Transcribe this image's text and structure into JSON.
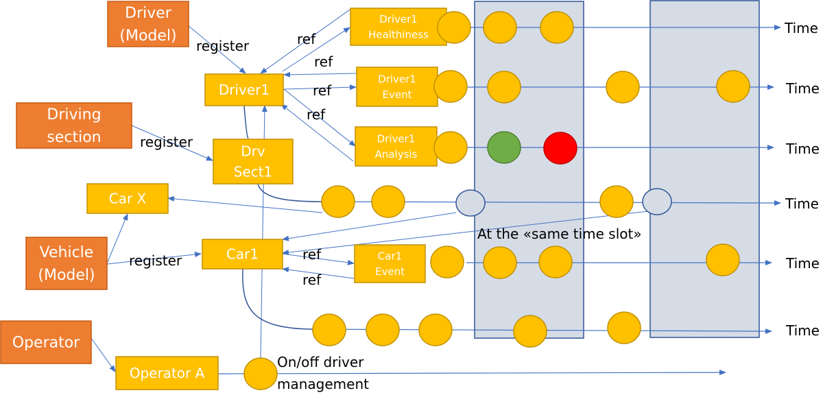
{
  "colors": {
    "model_fill": "#ED7D31",
    "model_stroke": "#C55A11",
    "instance_fill": "#FFC000",
    "instance_stroke": "#BF9000",
    "event_fill": "#FFC000",
    "event_green": "#70AD47",
    "event_red": "#FF0000",
    "slot_fill": "#D6DCE5",
    "slot_stroke": "#2F5597",
    "line": "#4472C4",
    "dark_line": "#2F5597"
  },
  "models": [
    {
      "id": "driver_model",
      "lines": [
        "Driver",
        "(Model)"
      ]
    },
    {
      "id": "driving_section",
      "lines": [
        "Driving",
        "section"
      ]
    },
    {
      "id": "vehicle_model",
      "lines": [
        "Vehicle",
        "(Model)"
      ]
    },
    {
      "id": "operator",
      "lines": [
        "Operator"
      ]
    }
  ],
  "instances": [
    {
      "id": "driver1",
      "lines": [
        "Driver1"
      ]
    },
    {
      "id": "drvsect1",
      "lines": [
        "Drv",
        "Sect1"
      ]
    },
    {
      "id": "carx",
      "lines": [
        "Car X"
      ]
    },
    {
      "id": "car1",
      "lines": [
        "Car1"
      ]
    },
    {
      "id": "operatora",
      "lines": [
        "Operator A"
      ]
    },
    {
      "id": "d1health",
      "lines": [
        "Driver1",
        "Healthiness"
      ]
    },
    {
      "id": "d1event",
      "lines": [
        "Driver1",
        "Event"
      ]
    },
    {
      "id": "d1analysis",
      "lines": [
        "Driver1",
        "Analysis"
      ]
    },
    {
      "id": "car1event",
      "lines": [
        "Car1",
        "Event"
      ]
    }
  ],
  "labels": {
    "register": "register",
    "ref": "ref",
    "time": "Time",
    "same_slot": "At the «same time slot»",
    "onoff_line1": "On/off driver",
    "onoff_line2": "management"
  },
  "timelines": [
    {
      "id": "health",
      "events": [
        "yellow",
        "yellow",
        "yellow",
        "yellow"
      ]
    },
    {
      "id": "event",
      "events": [
        "yellow",
        "yellow",
        "yellow",
        "yellow"
      ]
    },
    {
      "id": "analysis",
      "events": [
        "yellow",
        "green",
        "red"
      ]
    },
    {
      "id": "drvsect",
      "events": [
        "yellow",
        "yellow",
        "sync",
        "yellow",
        "sync"
      ]
    },
    {
      "id": "car1event",
      "events": [
        "yellow",
        "yellow",
        "yellow",
        "yellow"
      ]
    },
    {
      "id": "car1",
      "events": [
        "yellow",
        "yellow",
        "yellow",
        "yellow",
        "yellow"
      ]
    },
    {
      "id": "operator",
      "events": [
        "yellow"
      ]
    }
  ]
}
